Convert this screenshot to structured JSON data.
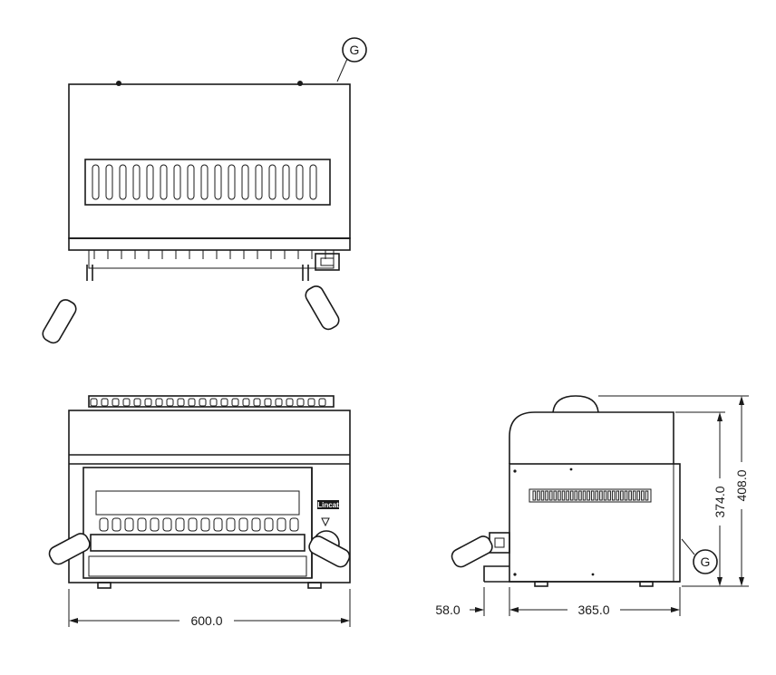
{
  "callouts": {
    "top_view": "G",
    "side_view": "G"
  },
  "brand": "Lincat",
  "dimensions": {
    "front_width": "600.0",
    "side_depth": "365.0",
    "side_offset": "58.0",
    "side_height_inner": "374.0",
    "side_height_outer": "408.0"
  }
}
